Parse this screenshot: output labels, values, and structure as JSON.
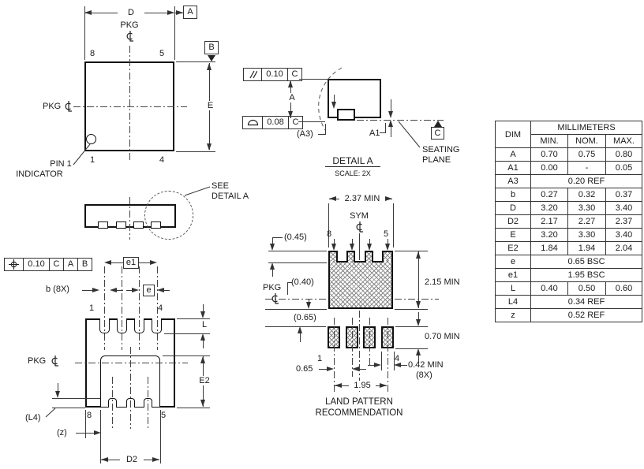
{
  "top_view": {
    "dim_d": "D",
    "dim_e": "E",
    "pkg_top": "PKG",
    "pkg_left": "PKG",
    "datum_a": "A",
    "datum_b": "B",
    "pin8": "8",
    "pin5": "5",
    "pin1": "1",
    "pin4": "4",
    "pin1_indicator_line1": "PIN 1",
    "pin1_indicator_line2": "INDICATOR"
  },
  "side_view": {
    "see_line1": "SEE",
    "see_line2": "DETAIL A"
  },
  "detail_a": {
    "fcf_parallelism": {
      "tolerance": "0.10",
      "datum": "C"
    },
    "fcf_coplanarity": {
      "tolerance": "0.08",
      "datum": "C"
    },
    "dim_a": "A",
    "dim_a1": "A1",
    "dim_a3": "(A3)",
    "datum_c": "C",
    "seating_line1": "SEATING",
    "seating_line2": "PLANE",
    "title": "DETAIL A",
    "scale": "SCALE: 2X"
  },
  "bottom_view": {
    "fcf_position": {
      "tolerance": "0.10",
      "datum1": "C",
      "datum2": "A",
      "datum3": "B"
    },
    "dim_e1": "e1",
    "dim_e": "e",
    "dim_b": "b (8X)",
    "dim_l": "L",
    "dim_e2": "E2",
    "dim_d2": "D2",
    "dim_l4": "(L4)",
    "dim_z": "(z)",
    "pkg": "PKG",
    "pin1": "1",
    "pin4": "4",
    "pin8": "8",
    "pin5": "5"
  },
  "land_pattern": {
    "dim_width": "2.37 MIN",
    "sym": "SYM",
    "pin8": "8",
    "pin5": "5",
    "pin1": "1",
    "pin4": "4",
    "dim_045": "(0.45)",
    "dim_040": "(0.40)",
    "dim_065_ref": "(0.65)",
    "dim_height": "2.15 MIN",
    "dim_pad_h": "0.70 MIN",
    "dim_pitch": "0.65",
    "dim_span": "1.95",
    "dim_pad_w_line1": "0.42 MIN",
    "dim_pad_w_line2": "(8X)",
    "pkg": "PKG",
    "title_line1": "LAND PATTERN",
    "title_line2": "RECOMMENDATION"
  },
  "dim_table": {
    "header_dim": "DIM",
    "header_unit": "MILLIMETERS",
    "columns": [
      "MIN.",
      "NOM.",
      "MAX."
    ],
    "rows": [
      {
        "dim": "A",
        "values": [
          "0.70",
          "0.75",
          "0.80"
        ]
      },
      {
        "dim": "A1",
        "values": [
          "0.00",
          "-",
          "0.05"
        ]
      },
      {
        "dim": "A3",
        "span": "0.20 REF"
      },
      {
        "dim": "b",
        "values": [
          "0.27",
          "0.32",
          "0.37"
        ]
      },
      {
        "dim": "D",
        "values": [
          "3.20",
          "3.30",
          "3.40"
        ]
      },
      {
        "dim": "D2",
        "values": [
          "2.17",
          "2.27",
          "2.37"
        ]
      },
      {
        "dim": "E",
        "values": [
          "3.20",
          "3.30",
          "3.40"
        ]
      },
      {
        "dim": "E2",
        "values": [
          "1.84",
          "1.94",
          "2.04"
        ]
      },
      {
        "dim": "e",
        "span": "0.65 BSC"
      },
      {
        "dim": "e1",
        "span": "1.95 BSC"
      },
      {
        "dim": "L",
        "values": [
          "0.40",
          "0.50",
          "0.60"
        ]
      },
      {
        "dim": "L4",
        "span": "0.34 REF"
      },
      {
        "dim": "z",
        "span": "0.52 REF"
      }
    ]
  },
  "colors": {
    "line": "#333333",
    "bold_line": "#111111",
    "hatch": "#8a8a8a",
    "background": "#ffffff"
  }
}
